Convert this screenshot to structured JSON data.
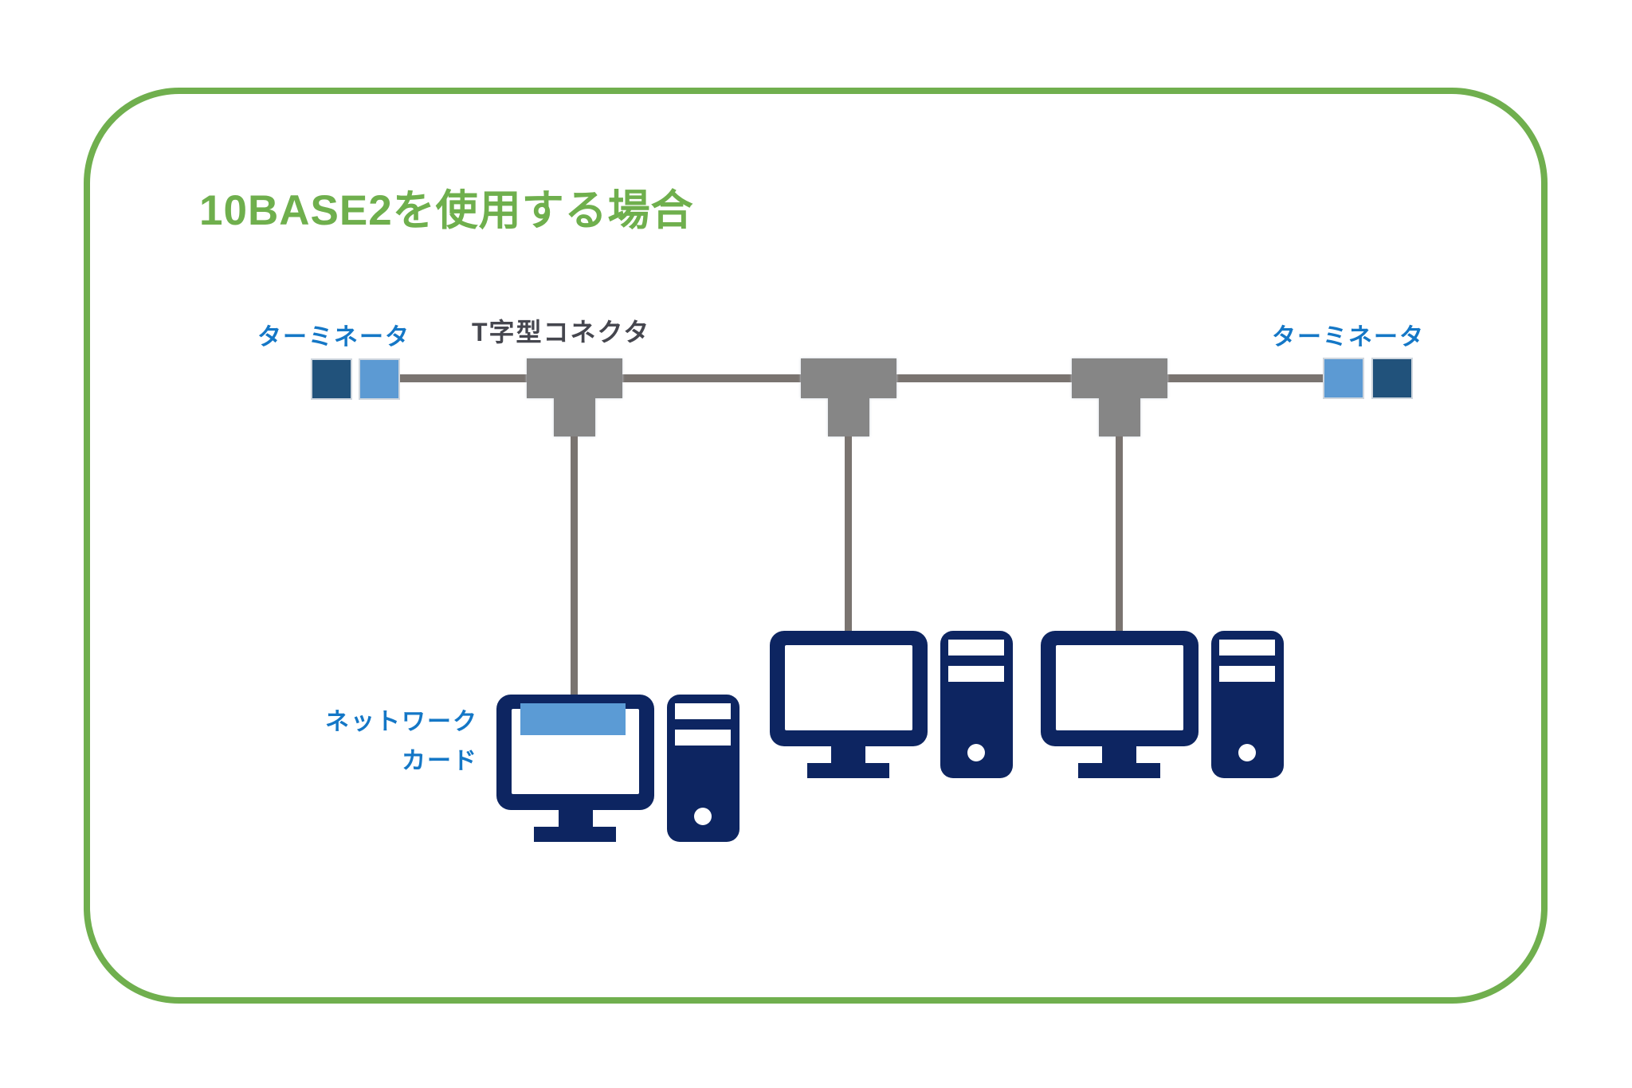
{
  "diagram": {
    "title": "10BASE2を使用する場合",
    "labels": {
      "terminator_left": "ターミネータ",
      "terminator_right": "ターミネータ",
      "t_connector": "T字型コネクタ",
      "network_card_line1": "ネットワーク",
      "network_card_line2": "カード"
    },
    "structure": {
      "type": "bus-topology",
      "computers": 3,
      "t_connectors": 3,
      "terminators": 2,
      "network_card_on_computer": 1
    },
    "icons": [
      "terminator-icon",
      "t-connector-icon",
      "coax-bus-icon",
      "drop-cable-icon",
      "desktop-computer-icon",
      "network-card-icon"
    ]
  },
  "colors": {
    "frame_green": "#70AF4E",
    "title_green": "#6FAF4D",
    "label_blue": "#1477C6",
    "label_dark": "#45464E",
    "computer_navy": "#0D2561",
    "terminator_dark": "#21527B",
    "terminator_light": "#5C9AD3",
    "connector_gray": "#868686",
    "cable_gray": "#7A7470",
    "card_blue": "#5B9BD5"
  }
}
